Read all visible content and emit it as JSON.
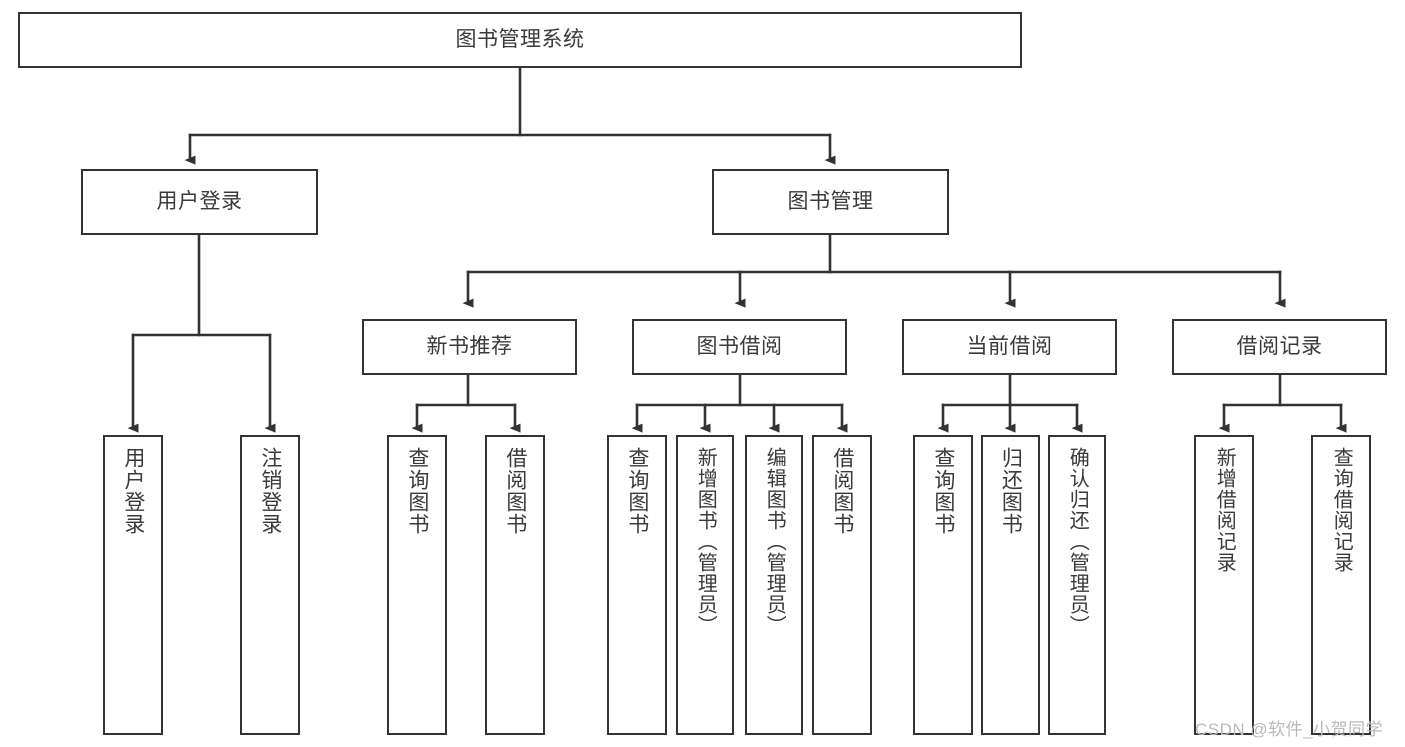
{
  "diagram": {
    "type": "hierarchy-flowchart",
    "title": "图书管理系统",
    "colors": {
      "box_border": "#333333",
      "box_fill": "#ffffff",
      "text": "#3a3a3a",
      "edge": "#333333",
      "watermark": "#b9b9b9",
      "background": "#ffffff"
    },
    "levels": [
      {
        "level": 1,
        "nodes": [
          {
            "id": "root",
            "label": "图书管理系统",
            "orientation": "horizontal"
          }
        ]
      },
      {
        "level": 2,
        "nodes": [
          {
            "id": "login",
            "label": "用户登录",
            "orientation": "horizontal",
            "parent": "root"
          },
          {
            "id": "bookmgmt",
            "label": "图书管理",
            "orientation": "horizontal",
            "parent": "root"
          }
        ]
      },
      {
        "level": 3,
        "nodes": [
          {
            "id": "newbook",
            "label": "新书推荐",
            "orientation": "horizontal",
            "parent": "bookmgmt"
          },
          {
            "id": "borrow",
            "label": "图书借阅",
            "orientation": "horizontal",
            "parent": "bookmgmt"
          },
          {
            "id": "current",
            "label": "当前借阅",
            "orientation": "horizontal",
            "parent": "bookmgmt"
          },
          {
            "id": "records",
            "label": "借阅记录",
            "orientation": "horizontal",
            "parent": "bookmgmt"
          }
        ]
      },
      {
        "level": 4,
        "nodes": [
          {
            "id": "leaf-login-1",
            "label": "用户登录",
            "orientation": "vertical",
            "parent": "login"
          },
          {
            "id": "leaf-login-2",
            "label": "注销登录",
            "orientation": "vertical",
            "parent": "login"
          },
          {
            "id": "leaf-newbook-1",
            "label": "查询图书",
            "orientation": "vertical",
            "parent": "newbook"
          },
          {
            "id": "leaf-newbook-2",
            "label": "借阅图书",
            "orientation": "vertical",
            "parent": "newbook"
          },
          {
            "id": "leaf-borrow-1",
            "label": "查询图书",
            "orientation": "vertical",
            "parent": "borrow"
          },
          {
            "id": "leaf-borrow-2",
            "label": "新增图书（管理员）",
            "orientation": "vertical",
            "parent": "borrow"
          },
          {
            "id": "leaf-borrow-3",
            "label": "编辑图书（管理员）",
            "orientation": "vertical",
            "parent": "borrow"
          },
          {
            "id": "leaf-borrow-4",
            "label": "借阅图书",
            "orientation": "vertical",
            "parent": "borrow"
          },
          {
            "id": "leaf-current-1",
            "label": "查询图书",
            "orientation": "vertical",
            "parent": "current"
          },
          {
            "id": "leaf-current-2",
            "label": "归还图书",
            "orientation": "vertical",
            "parent": "current"
          },
          {
            "id": "leaf-current-3",
            "label": "确认归还（管理员）",
            "orientation": "vertical",
            "parent": "current"
          },
          {
            "id": "leaf-records-1",
            "label": "新增借阅记录",
            "orientation": "vertical",
            "parent": "records"
          },
          {
            "id": "leaf-records-2",
            "label": "查询借阅记录",
            "orientation": "vertical",
            "parent": "records"
          }
        ]
      }
    ]
  },
  "watermark": {
    "text": "CSDN @软件_小贺同学"
  }
}
